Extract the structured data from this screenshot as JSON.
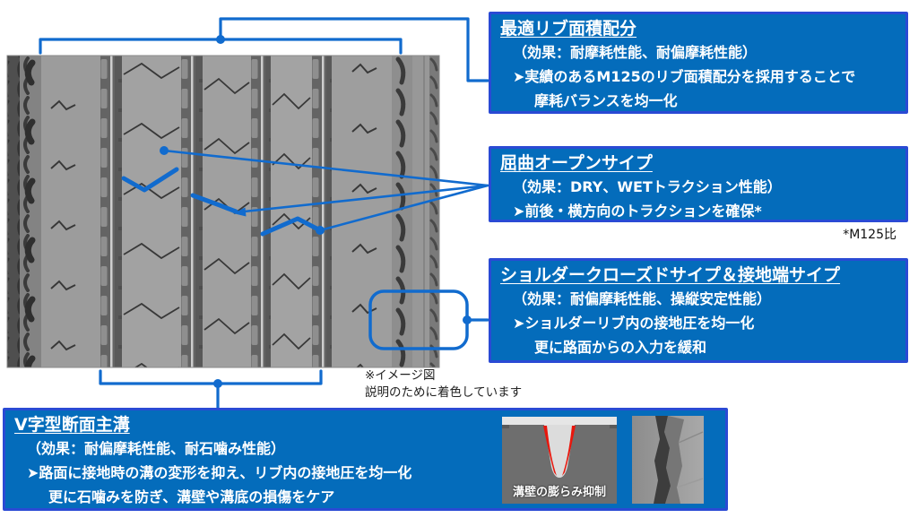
{
  "colors": {
    "accent_blue": "#116BCE",
    "box_fill": "#046CBB",
    "box_border": "#2A4AD4",
    "groove_wall_highlight": "#E8160C"
  },
  "callouts": {
    "rib": {
      "title": "最適リブ面積配分",
      "effect": "（効果：耐摩耗性能、耐偏摩耗性能）",
      "bullet": "➤実績のあるM125のリブ面積配分を採用することで",
      "cont": "摩耗バランスを均一化"
    },
    "sipe": {
      "title": "屈曲オープンサイプ",
      "effect": "（効果：DRY、WETトラクション性能）",
      "bullet": "➤前後・横方向のトラクションを確保*"
    },
    "shoulder": {
      "title": "ショルダークローズドサイプ＆接地端サイプ",
      "effect": "（効果：耐偏摩耗性能、操縦安定性能）",
      "bullet": "➤ショルダーリブ内の接地圧を均一化",
      "cont": "更に路面からの入力を緩和"
    },
    "groove": {
      "title": "V字型断面主溝",
      "effect": "（効果：耐偏摩耗性能、耐石噛み性能）",
      "bullet": "➤路面に接地時の溝の変形を抑え、リブ内の接地圧を均一化",
      "cont": "更に石噛みを防ぎ、溝壁や溝底の損傷をケア"
    }
  },
  "notes": {
    "image_note_line1": "※イメージ図",
    "image_note_line2": "説明のために着色しています",
    "footnote": "*M125比",
    "groove_caption": "溝壁の膨らみ抑制"
  }
}
